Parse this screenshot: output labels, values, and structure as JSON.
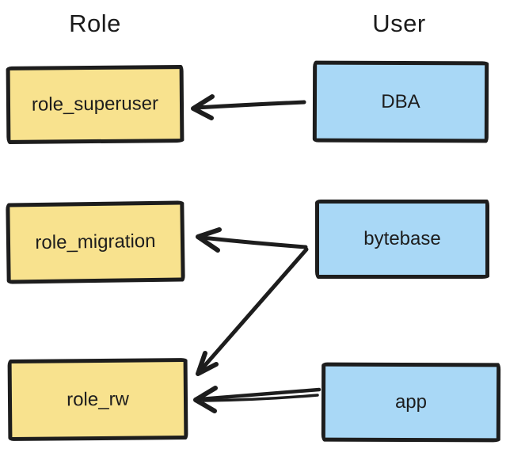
{
  "headers": {
    "role": "Role",
    "user": "User"
  },
  "roles": [
    {
      "label": "role_superuser"
    },
    {
      "label": "role_migration"
    },
    {
      "label": "role_rw"
    }
  ],
  "users": [
    {
      "label": "DBA"
    },
    {
      "label": "bytebase"
    },
    {
      "label": "app"
    }
  ],
  "edges": [
    {
      "from": "DBA",
      "to": "role_superuser"
    },
    {
      "from": "bytebase",
      "to": "role_migration"
    },
    {
      "from": "bytebase",
      "to": "role_rw"
    },
    {
      "from": "app",
      "to": "role_rw"
    }
  ],
  "colors": {
    "role_fill": "#F8E28E",
    "user_fill": "#A9D8F6",
    "stroke": "#1d1d1d",
    "background": "#ffffff"
  }
}
